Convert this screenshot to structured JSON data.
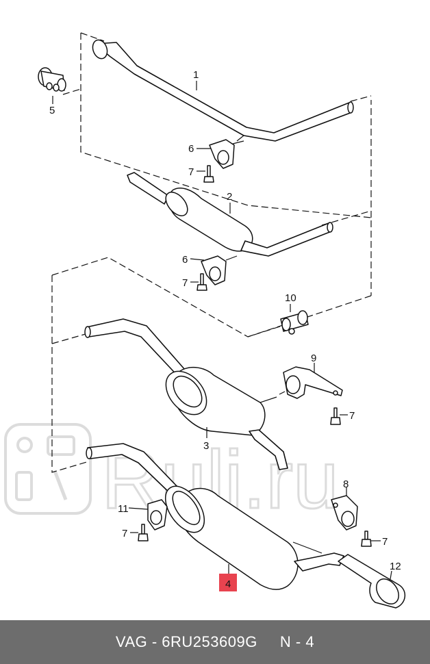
{
  "watermark": {
    "text": "Ruli.ru"
  },
  "callouts": {
    "c1": "1",
    "c2": "2",
    "c3": "3",
    "c4": "4",
    "c5": "5",
    "c6a": "6",
    "c6b": "6",
    "c7a": "7",
    "c7b": "7",
    "c7c": "7",
    "c7d": "7",
    "c7e": "7",
    "c8": "8",
    "c9": "9",
    "c10": "10",
    "c11": "11",
    "c12": "12"
  },
  "highlight_color": "#e8434f",
  "footer": {
    "brand": "VAG",
    "part_number": "6RU253609G",
    "position": "N - 4"
  }
}
